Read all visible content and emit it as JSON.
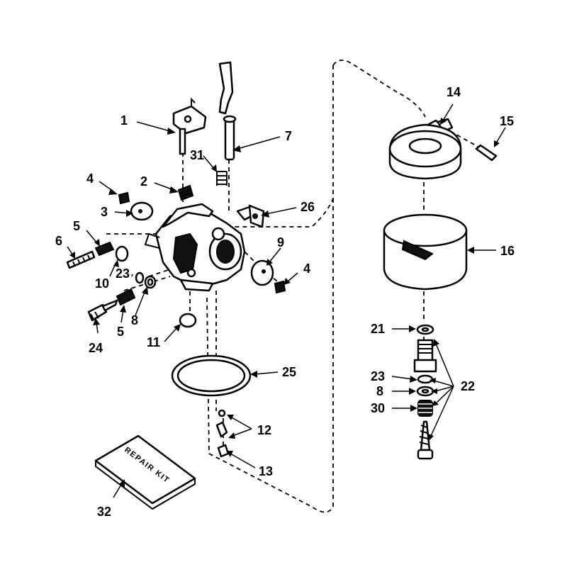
{
  "labels": {
    "p1": "1",
    "p2": "2",
    "p3": "3",
    "p4a": "4",
    "p4b": "4",
    "p5a": "5",
    "p5b": "5",
    "p6": "6",
    "p7": "7",
    "p8a": "8",
    "p8b": "8",
    "p9": "9",
    "p10": "10",
    "p11": "11",
    "p12": "12",
    "p13": "13",
    "p14": "14",
    "p15": "15",
    "p16": "16",
    "p21": "21",
    "p22": "22",
    "p23a": "23",
    "p23b": "23",
    "p24": "24",
    "p25": "25",
    "p26": "26",
    "p30": "30",
    "p31": "31",
    "p32": "32"
  },
  "repair_kit_text": "REPAIR KIT"
}
